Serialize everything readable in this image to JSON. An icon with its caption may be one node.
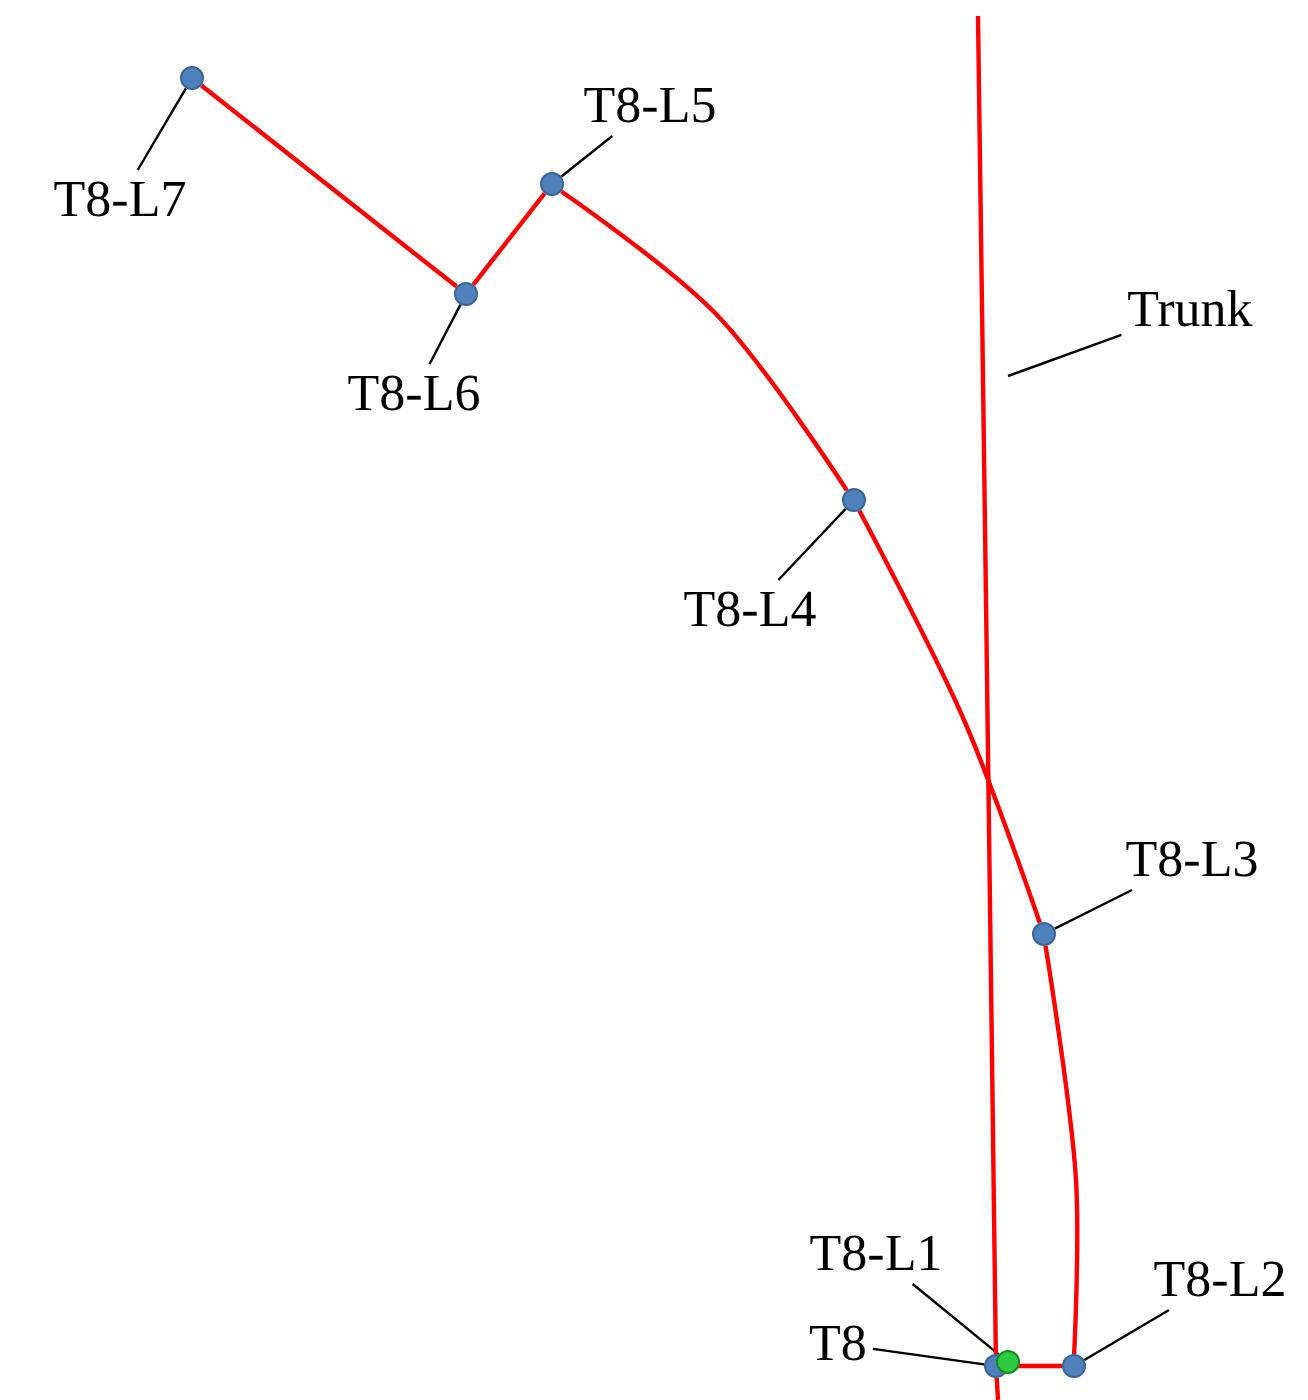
{
  "diagram": {
    "nodes": [
      {
        "text": [
          "T8-L7"
        ]
      },
      {
        "text": [],
        "shape": "circle"
      },
      {
        "text": [
          "T8-L5"
        ]
      },
      {
        "text": [],
        "shape": "circle"
      },
      {
        "text": [
          "Trunk"
        ]
      },
      {
        "text": [
          "T8-L6"
        ]
      },
      {
        "text": [],
        "shape": "circle"
      },
      {
        "text": [],
        "shape": "circle"
      },
      {
        "text": [
          "T8-L4"
        ]
      },
      {
        "text": [
          "T8-L3"
        ]
      },
      {
        "text": [],
        "shape": "circle"
      },
      {
        "text": [
          "T8-L1"
        ]
      },
      {
        "text": [
          "T8-L2"
        ]
      },
      {
        "text": [
          "T8"
        ]
      },
      {
        "text": [],
        "shape": "circle"
      },
      {
        "text": [],
        "shape": "circle"
      },
      {
        "text": [],
        "shape": "circle"
      }
    ],
    "edges": [
      {
        "from": 0,
        "to": 1,
        "arrow": "none"
      },
      {
        "from": 2,
        "to": 3,
        "arrow": "none"
      },
      {
        "from": 4,
        "to": null,
        "arrow": "none"
      },
      {
        "from": 5,
        "to": 6,
        "arrow": "none"
      },
      {
        "from": 8,
        "to": 7,
        "arrow": "none"
      },
      {
        "from": 9,
        "to": 10,
        "arrow": "none"
      },
      {
        "from": 11,
        "to": 15,
        "arrow": "none"
      },
      {
        "from": 13,
        "to": 14,
        "arrow": "none"
      },
      {
        "from": 12,
        "to": 16,
        "arrow": "none"
      },
      {
        "from": 1,
        "to": 6,
        "arrow": "none",
        "color": "#ff0000"
      },
      {
        "from": 6,
        "to": 3,
        "arrow": "none",
        "color": "#ff0000"
      },
      {
        "from": 3,
        "to": 7,
        "arrow": "none",
        "color": "#ff0000"
      },
      {
        "from": 7,
        "to": 10,
        "arrow": "none",
        "color": "#ff0000"
      },
      {
        "from": 10,
        "to": 16,
        "arrow": "none",
        "color": "#ff0000"
      },
      {
        "from": 14,
        "to": 16,
        "arrow": "none",
        "color": "#ff0000"
      },
      {
        "from": null,
        "to": 14,
        "arrow": "none",
        "color": "#ff0000"
      },
      {
        "from": 14,
        "to": null,
        "arrow": "none",
        "color": "#ff0000"
      }
    ]
  }
}
